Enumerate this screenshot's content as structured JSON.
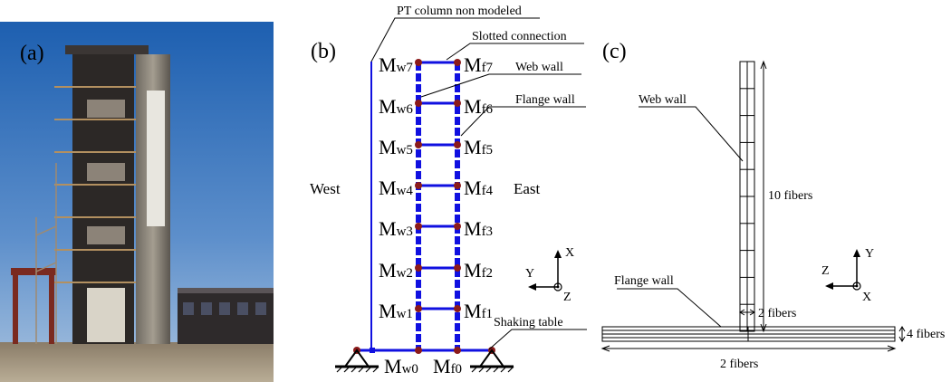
{
  "panel_a": {
    "label": "(a)"
  },
  "panel_b": {
    "label": "(b)",
    "annotations": {
      "pt_column": "PT column non modeled",
      "slotted": "Slotted connection",
      "web_wall": "Web wall",
      "flange_wall": "Flange wall",
      "shaking_table": "Shaking table"
    },
    "west": "West",
    "east": "East",
    "web_moments": [
      {
        "main": "M",
        "sub": "w7"
      },
      {
        "main": "M",
        "sub": "w6"
      },
      {
        "main": "M",
        "sub": "w5"
      },
      {
        "main": "M",
        "sub": "w4"
      },
      {
        "main": "M",
        "sub": "w3"
      },
      {
        "main": "M",
        "sub": "w2"
      },
      {
        "main": "M",
        "sub": "w1"
      },
      {
        "main": "M",
        "sub": "w0"
      }
    ],
    "flange_moments": [
      {
        "main": "M",
        "sub": "f7"
      },
      {
        "main": "M",
        "sub": "f6"
      },
      {
        "main": "M",
        "sub": "f5"
      },
      {
        "main": "M",
        "sub": "f4"
      },
      {
        "main": "M",
        "sub": "f3"
      },
      {
        "main": "M",
        "sub": "f2"
      },
      {
        "main": "M",
        "sub": "f1"
      },
      {
        "main": "M",
        "sub": "f0"
      }
    ],
    "axes": {
      "x": "X",
      "y": "Y",
      "z": "Z"
    },
    "colors": {
      "structure": "#1010e0",
      "node": "#8b1a1a"
    }
  },
  "panel_c": {
    "label": "(c)",
    "web_wall": "Web wall",
    "flange_wall": "Flange wall",
    "web_vertical_fibers": "10 fibers",
    "web_thickness_fibers": "2 fibers",
    "flange_thickness_fibers": "4 fibers",
    "flange_length_fibers": "2 fibers",
    "axes": {
      "y": "Y",
      "z": "Z",
      "x": "X"
    }
  }
}
